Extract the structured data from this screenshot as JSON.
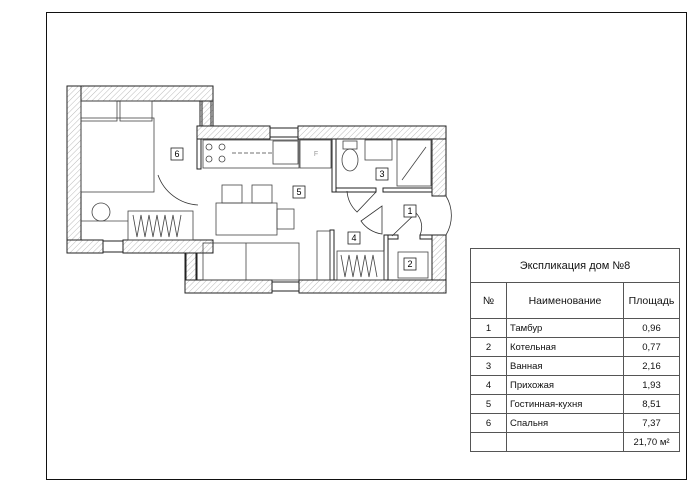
{
  "rooms": [
    {
      "num": "1"
    },
    {
      "num": "2"
    },
    {
      "num": "3"
    },
    {
      "num": "4"
    },
    {
      "num": "5"
    },
    {
      "num": "6"
    }
  ],
  "fridge_label": "F",
  "table": {
    "title": "Экспликация дом №8",
    "headers": [
      "№",
      "Наименование",
      "Площадь"
    ],
    "rows": [
      {
        "no": "1",
        "name": "Тамбур",
        "area": "0,96"
      },
      {
        "no": "2",
        "name": "Котельная",
        "area": "0,77"
      },
      {
        "no": "3",
        "name": "Ванная",
        "area": "2,16"
      },
      {
        "no": "4",
        "name": "Прихожая",
        "area": "1,93"
      },
      {
        "no": "5",
        "name": "Гостинная-кухня",
        "area": "8,51"
      },
      {
        "no": "6",
        "name": "Спальня",
        "area": "7,37"
      }
    ],
    "total": "21,70 м²"
  }
}
